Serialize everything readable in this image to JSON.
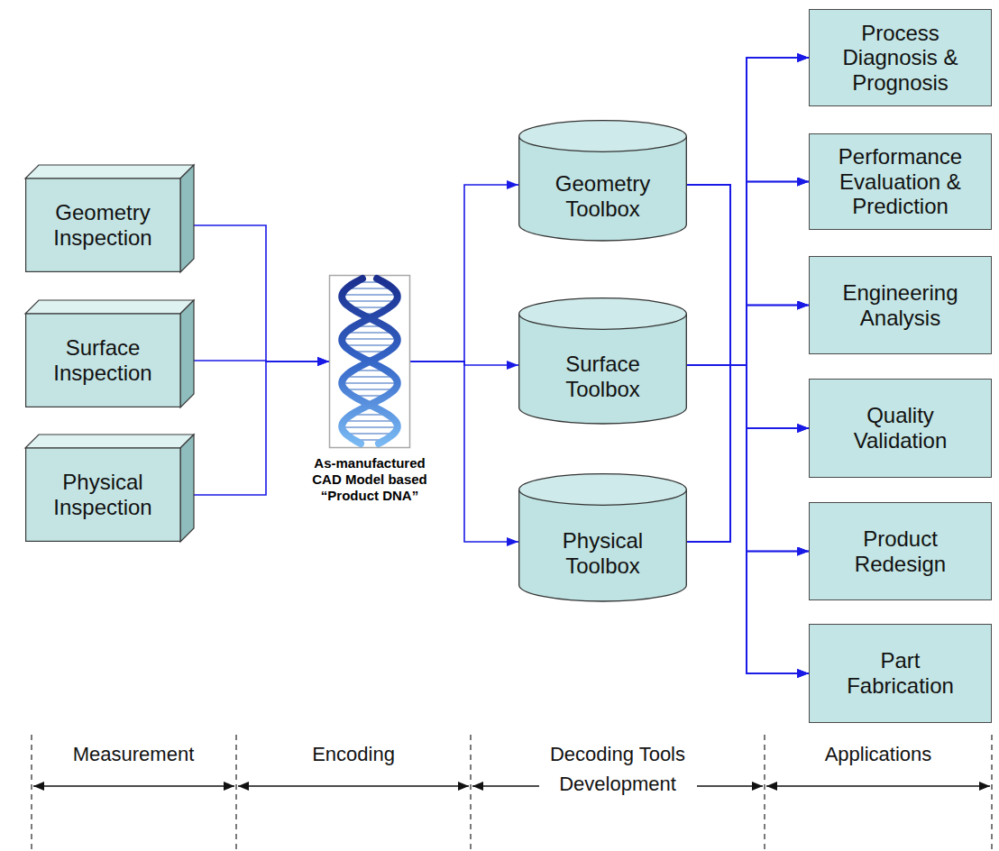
{
  "diagram": {
    "nodes": [
      {
        "text": [
          "Geometry Inspection"
        ]
      },
      {
        "text": [
          "Surface Inspection"
        ]
      },
      {
        "text": [
          "Physical Inspection"
        ]
      },
      {
        "text": [
          "As-manufactured CAD Model based “Product DNA”"
        ]
      },
      {
        "text": [
          "Geometry Toolbox"
        ]
      },
      {
        "text": [
          "Surface Toolbox"
        ]
      },
      {
        "text": [
          "Physical Toolbox"
        ]
      },
      {
        "text": [
          "Process Diagnosis & Prognosis"
        ]
      },
      {
        "text": [
          "Performance Evaluation & Prediction"
        ]
      },
      {
        "text": [
          "Engineering Analysis"
        ]
      },
      {
        "text": [
          "Quality Validation"
        ]
      },
      {
        "text": [
          "Product Redesign"
        ]
      },
      {
        "text": [
          "Part Fabrication"
        ]
      }
    ],
    "edges": [
      {
        "from": 0,
        "to": 3,
        "arrow": "to"
      },
      {
        "from": 1,
        "to": 3,
        "arrow": "to"
      },
      {
        "from": 2,
        "to": 3,
        "arrow": "to"
      },
      {
        "from": 3,
        "to": 4,
        "arrow": "to"
      },
      {
        "from": 3,
        "to": 5,
        "arrow": "to"
      },
      {
        "from": 3,
        "to": 6,
        "arrow": "to"
      },
      {
        "from": 4,
        "to": 7,
        "arrow": "to"
      },
      {
        "from": 4,
        "to": 8,
        "arrow": "to"
      },
      {
        "from": 4,
        "to": 9,
        "arrow": "to"
      },
      {
        "from": 4,
        "to": 10,
        "arrow": "to"
      },
      {
        "from": 4,
        "to": 11,
        "arrow": "to"
      },
      {
        "from": 4,
        "to": 12,
        "arrow": "to"
      },
      {
        "from": 5,
        "to": 7,
        "arrow": "to"
      },
      {
        "from": 5,
        "to": 8,
        "arrow": "to"
      },
      {
        "from": 5,
        "to": 9,
        "arrow": "to"
      },
      {
        "from": 5,
        "to": 10,
        "arrow": "to"
      },
      {
        "from": 5,
        "to": 11,
        "arrow": "to"
      },
      {
        "from": 5,
        "to": 12,
        "arrow": "to"
      },
      {
        "from": 6,
        "to": 7,
        "arrow": "to"
      },
      {
        "from": 6,
        "to": 8,
        "arrow": "to"
      },
      {
        "from": 6,
        "to": 9,
        "arrow": "to"
      },
      {
        "from": 6,
        "to": 10,
        "arrow": "to"
      },
      {
        "from": 6,
        "to": 11,
        "arrow": "to"
      },
      {
        "from": 6,
        "to": 12,
        "arrow": "to"
      }
    ],
    "labels": [
      "Measurement",
      "Encoding",
      "Decoding Tools Development",
      "Applications"
    ]
  }
}
